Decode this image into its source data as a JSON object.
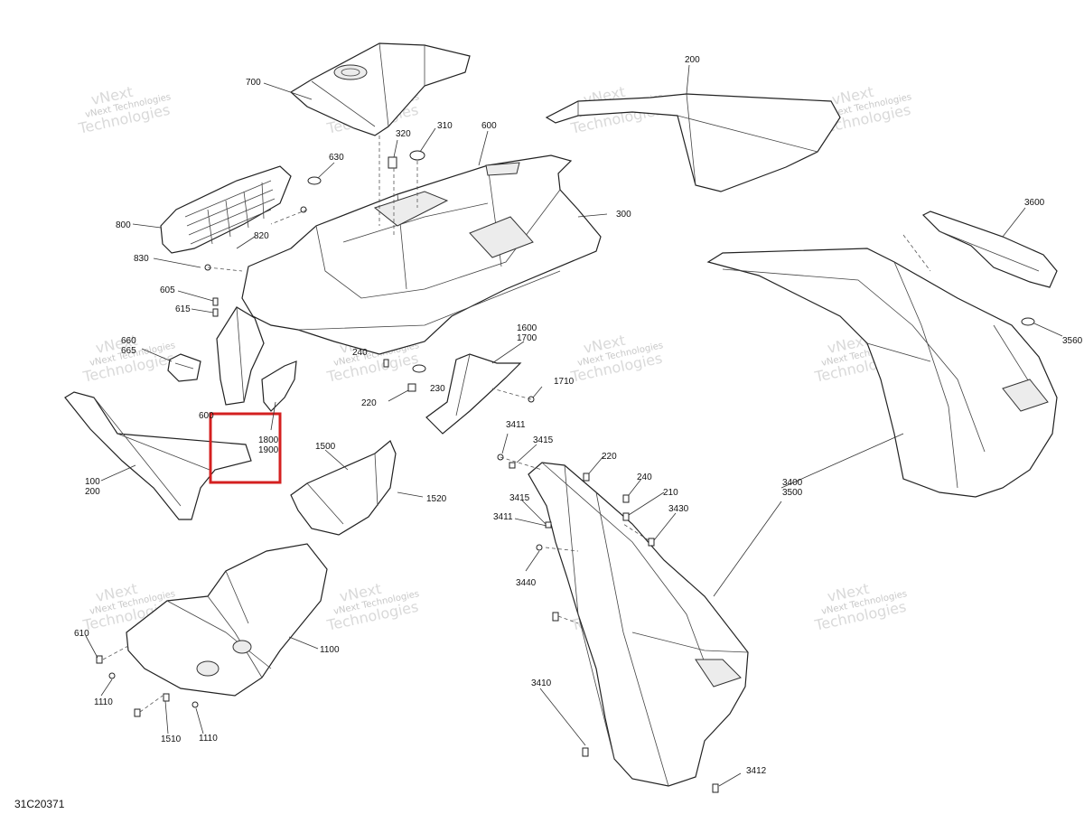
{
  "diagram": {
    "id": "31C20371",
    "highlight_color": "#d42020",
    "watermark": {
      "line1": "vNext Technologies",
      "line2": "Technologies",
      "line3": "vNext"
    },
    "callouts": {
      "c700": "700",
      "c200_top": "200",
      "c320": "320",
      "c310": "310",
      "c600": "600",
      "c630": "630",
      "c300": "300",
      "c800": "800",
      "c820": "820",
      "c830": "830",
      "c605": "605",
      "c615": "615",
      "c660": "660",
      "c665": "665",
      "c240_mid": "240",
      "c230": "230",
      "c220_mid": "220",
      "c1600": "1600",
      "c1700": "1700",
      "c1710": "1710",
      "c600b": "600",
      "c1800": "1800",
      "c1900": "1900",
      "c100": "100",
      "c200_left": "200",
      "c1500": "1500",
      "c1520": "1520",
      "c3411a": "3411",
      "c3415a": "3415",
      "c220_right": "220",
      "c240_right": "240",
      "c210": "210",
      "c3430": "3430",
      "c3415b": "3415",
      "c3411b": "3411",
      "c3440": "3440",
      "c3410": "3410",
      "c3412": "3412",
      "c3600": "3600",
      "c3560": "3560",
      "c3400": "3400",
      "c3500": "3500",
      "c1100": "1100",
      "c610": "610",
      "c1110a": "1110",
      "c1510": "1510",
      "c1110b": "1110"
    }
  }
}
